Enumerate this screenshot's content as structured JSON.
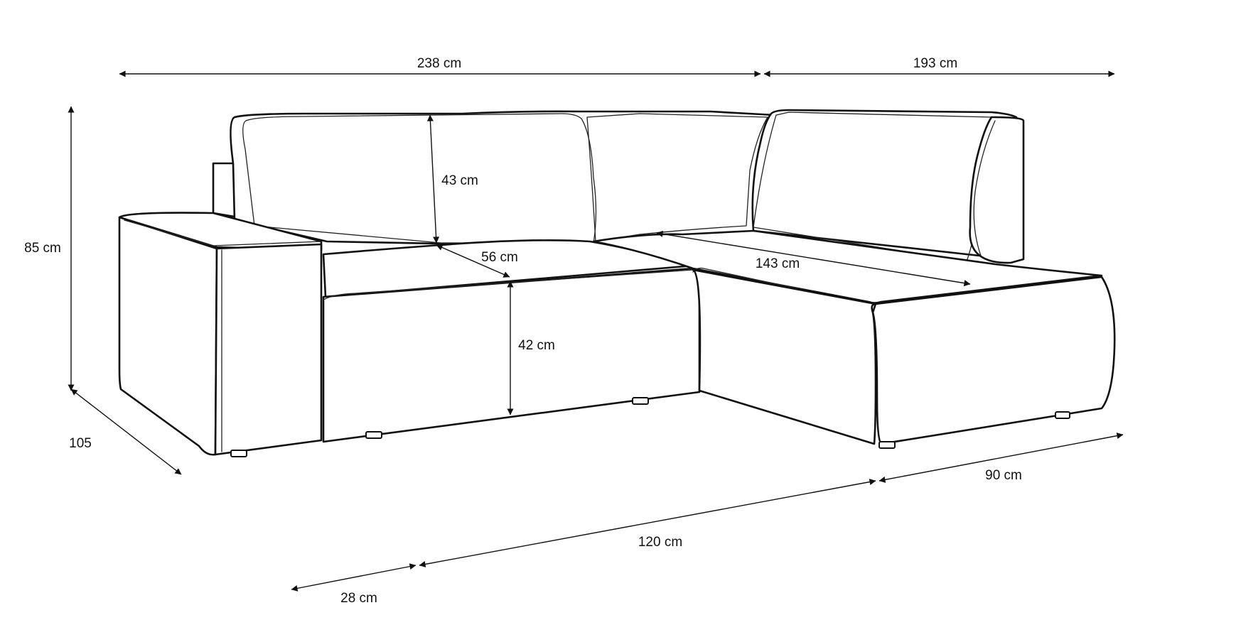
{
  "colors": {
    "line": "#111111",
    "background": "#ffffff"
  },
  "dimensions": {
    "width_main": "238 cm",
    "width_chaise": "193 cm",
    "height_total": "85 cm",
    "depth_total": "105",
    "backrest_height": "43 cm",
    "seat_depth": "56 cm",
    "seat_height": "42 cm",
    "chaise_length": "143 cm",
    "armrest_width": "28 cm",
    "seat_width": "120 cm",
    "chaise_width": "90 cm"
  }
}
